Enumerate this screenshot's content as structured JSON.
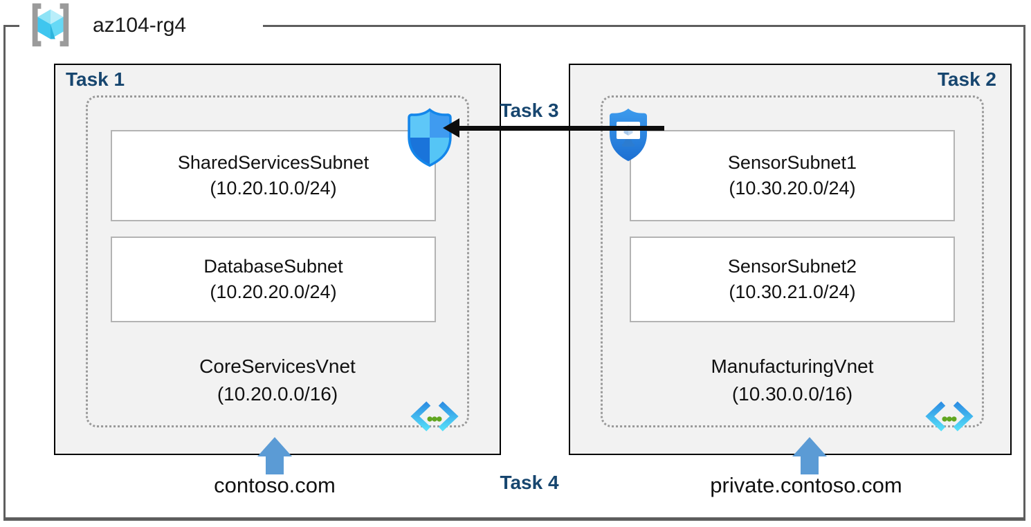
{
  "resource_group": {
    "name": "az104-rg4"
  },
  "labels": {
    "task1": "Task 1",
    "task2": "Task 2",
    "task3": "Task 3",
    "task4": "Task 4"
  },
  "vnet1": {
    "name": "CoreServicesVnet",
    "cidr": "(10.20.0.0/16)",
    "dns": "contoso.com",
    "subnet1": {
      "name": "SharedServicesSubnet",
      "cidr": "(10.20.10.0/24)"
    },
    "subnet2": {
      "name": "DatabaseSubnet",
      "cidr": "(10.20.20.0/24)"
    }
  },
  "vnet2": {
    "name": "ManufacturingVnet",
    "cidr": "(10.30.0.0/16)",
    "dns": "private.contoso.com",
    "subnet1": {
      "name": "SensorSubnet1",
      "cidr": "(10.30.20.0/24)"
    },
    "subnet2": {
      "name": "SensorSubnet2",
      "cidr": "(10.30.21.0/24)"
    }
  },
  "icons": {
    "resource_group": "resource-group-icon",
    "nsg": "network-security-group-icon",
    "asg": "application-security-group-icon",
    "vnet": "virtual-network-icon",
    "dns_arrow": "blue-up-arrow-icon",
    "peering_arrow": "black-left-arrow-icon"
  },
  "colors": {
    "task_label": "#17466F",
    "box_fill": "#F2F2F2",
    "box_border": "#000000",
    "frame_border": "#5E5E5E",
    "dotted_border": "#999999",
    "subnet_border": "#B3B3B3",
    "arrow_blue": "#5B9BD5",
    "arrow_black": "#0D0D0D",
    "nsg_quadrants": [
      "#5EC7F8",
      "#3F9BF0",
      "#1A74DA",
      "#55C5F6"
    ],
    "asg_shield": "#2B87E2",
    "vnet_chevron_top": "#2E8FE3",
    "vnet_chevron_bottom": "#55DDF8",
    "vnet_dots": "#61A620"
  }
}
